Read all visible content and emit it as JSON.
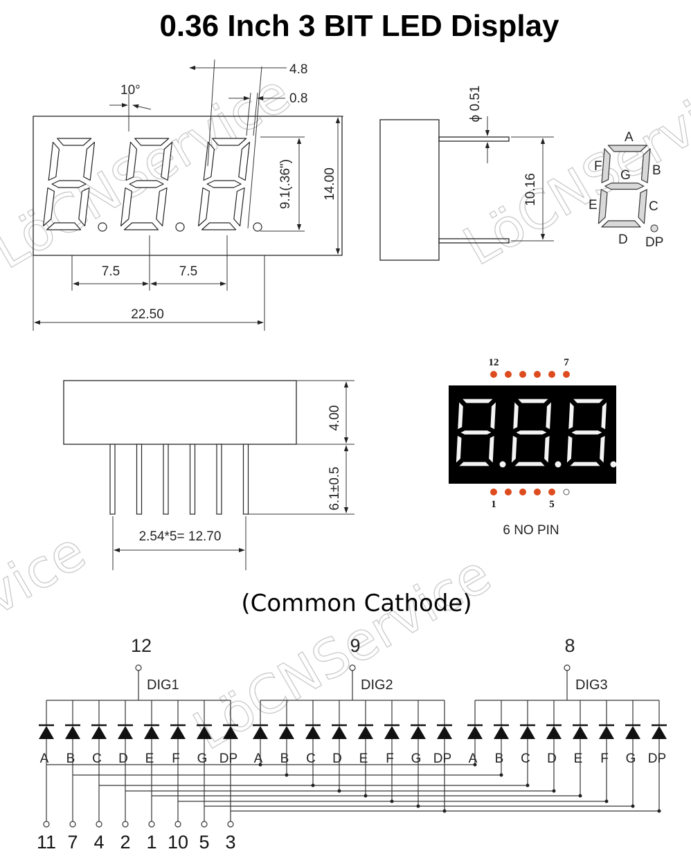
{
  "title": "0.36 Inch 3 BIT LED Display",
  "subtitle": "(Common Cathode)",
  "watermark": [
    "LöCNService",
    "LöCNServi",
    "vice",
    "LöCNService"
  ],
  "front_view": {
    "dims": {
      "angle": "10°",
      "slant_top": "4.8",
      "slant_seg": "0.8",
      "digit_height": "9.1(.36\")",
      "height": "14.00",
      "pitch_1": "7.5",
      "pitch_2": "7.5",
      "width": "22.50"
    }
  },
  "side_view": {
    "dims": {
      "pin_dia": "ϕ 0.51",
      "pin_spacing": "10.16"
    }
  },
  "segment_legend": {
    "a": "A",
    "b": "B",
    "c": "C",
    "d": "D",
    "e": "E",
    "f": "F",
    "g": "G",
    "dp": "DP"
  },
  "bottom_view": {
    "dims": {
      "body_height": "4.00",
      "pin_length": "6.1±0.5",
      "pin_span": "2.54*5= 12.70"
    }
  },
  "photo": {
    "pin_top_left": "12",
    "pin_top_right": "7",
    "pin_bottom_left": "1",
    "pin_bottom_right": "5",
    "note": "6 NO PIN"
  },
  "schematic": {
    "digits": [
      {
        "common_pin": "12",
        "name": "DIG1"
      },
      {
        "common_pin": "9",
        "name": "DIG2"
      },
      {
        "common_pin": "8",
        "name": "DIG3"
      }
    ],
    "segments": [
      "A",
      "B",
      "C",
      "D",
      "E",
      "F",
      "G",
      "DP"
    ],
    "segment_pins": [
      "11",
      "7",
      "4",
      "2",
      "1",
      "10",
      "5",
      "3"
    ]
  }
}
